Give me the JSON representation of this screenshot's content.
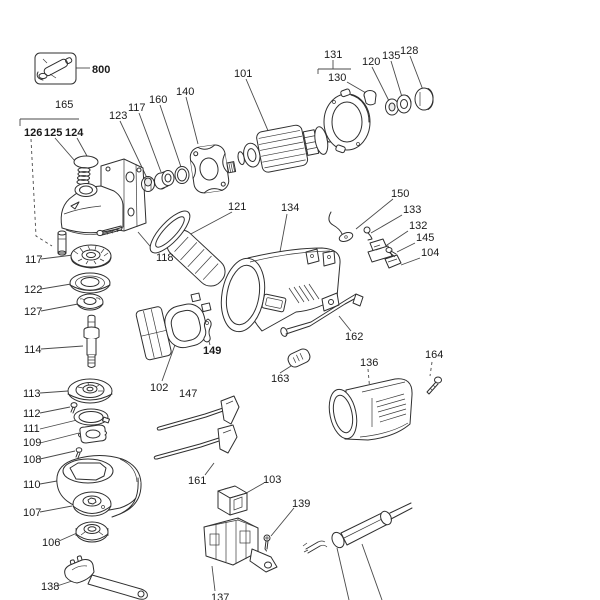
{
  "figure": {
    "kind": "exploded-parts-diagram",
    "background_color": "#ffffff",
    "line_color": "#2f2f2f",
    "label_color": "#1b1b1b"
  },
  "labels": [
    {
      "text": "800"
    },
    {
      "text": "165"
    },
    {
      "text": "126"
    },
    {
      "text": "125"
    },
    {
      "text": "124"
    },
    {
      "text": "123"
    },
    {
      "text": "117"
    },
    {
      "text": "160"
    },
    {
      "text": "140"
    },
    {
      "text": "101"
    },
    {
      "text": "131"
    },
    {
      "text": "130"
    },
    {
      "text": "120"
    },
    {
      "text": "135"
    },
    {
      "text": "128"
    },
    {
      "text": "121"
    },
    {
      "text": "134"
    },
    {
      "text": "150"
    },
    {
      "text": "133"
    },
    {
      "text": "132"
    },
    {
      "text": "145"
    },
    {
      "text": "104"
    },
    {
      "text": "117"
    },
    {
      "text": "118"
    },
    {
      "text": "122"
    },
    {
      "text": "127"
    },
    {
      "text": "114"
    },
    {
      "text": "102"
    },
    {
      "text": "149"
    },
    {
      "text": "147"
    },
    {
      "text": "163"
    },
    {
      "text": "162"
    },
    {
      "text": "136"
    },
    {
      "text": "164"
    },
    {
      "text": "113"
    },
    {
      "text": "112"
    },
    {
      "text": "111"
    },
    {
      "text": "109"
    },
    {
      "text": "108"
    },
    {
      "text": "110"
    },
    {
      "text": "107"
    },
    {
      "text": "106"
    },
    {
      "text": "161"
    },
    {
      "text": "103"
    },
    {
      "text": "139"
    },
    {
      "text": "138"
    },
    {
      "text": "137"
    }
  ]
}
